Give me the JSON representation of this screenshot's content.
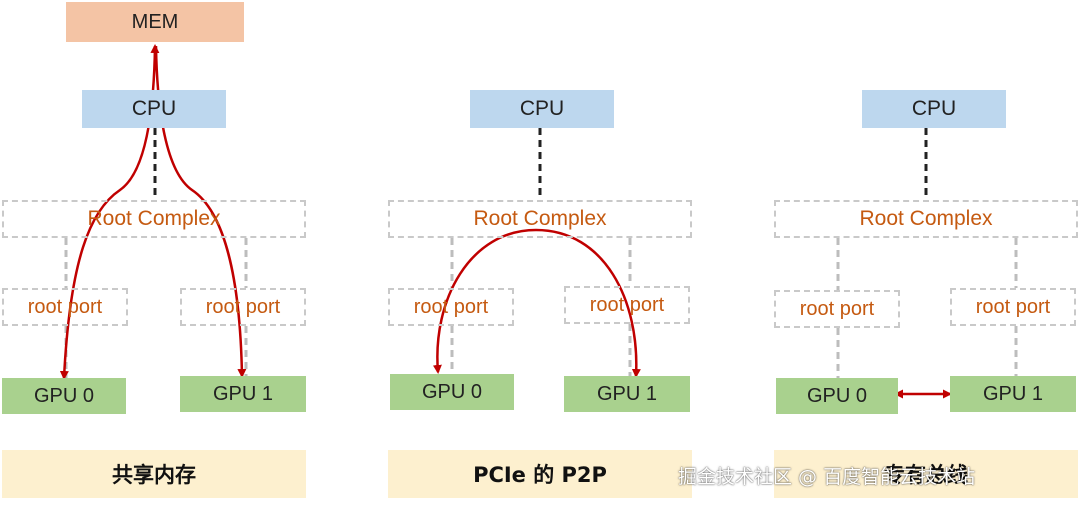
{
  "colors": {
    "mem_fill": "#f4c4a5",
    "cpu_fill": "#bdd7ee",
    "gpu_fill": "#a9d18e",
    "caption_fill": "#fdf0cf",
    "label_text": "#c55a11",
    "dashed_border": "#c9c9c9",
    "flow_arrow": "#c00000"
  },
  "panel_shared": {
    "mem": "MEM",
    "cpu": "CPU",
    "root_complex": "Root Complex",
    "root_port_left": "root port",
    "root_port_right": "root port",
    "gpu0": "GPU 0",
    "gpu1": "GPU 1",
    "caption": "共享内存"
  },
  "panel_p2p": {
    "cpu": "CPU",
    "root_complex": "Root Complex",
    "root_port_left": "root port",
    "root_port_right": "root port",
    "gpu0": "GPU 0",
    "gpu1": "GPU 1",
    "caption": "PCIe 的 P2P"
  },
  "panel_direct": {
    "cpu": "CPU",
    "root_complex": "Root Complex",
    "root_port_left": "root port",
    "root_port_right": "root port",
    "gpu0": "GPU 0",
    "gpu1": "GPU 1",
    "caption": "专有总线"
  },
  "watermark": {
    "text": "掘金技术社区 @ 百度智能云技术站"
  }
}
